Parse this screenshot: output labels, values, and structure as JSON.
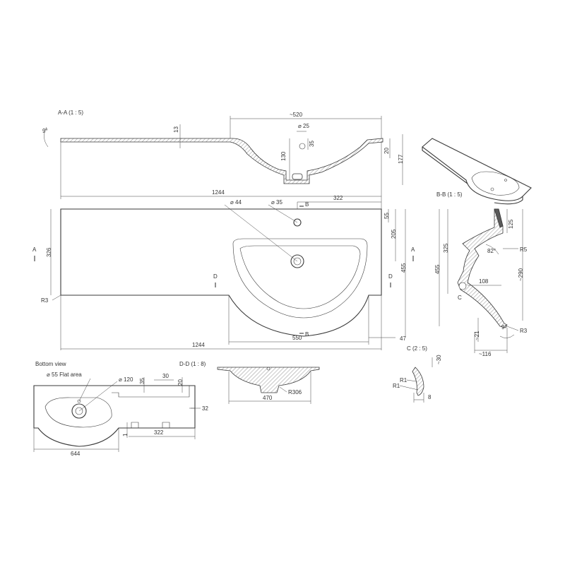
{
  "views": {
    "section_aa": "A-A (1 : 5)",
    "section_bb": "B-B (1 : 5)",
    "section_dd": "D-D (1 : 8)",
    "detail_c": "C (2 : 5)",
    "bottom": "Bottom view"
  },
  "markers": {
    "a": "A",
    "b": "B",
    "c": "C",
    "d": "D"
  },
  "dims_aa": {
    "d520": "~520",
    "d25": "⌀ 25",
    "d13": "13",
    "d35": "35",
    "d130": "130",
    "d20": "20",
    "d177": "177",
    "d1244": "1244",
    "ang": "9°"
  },
  "dims_top": {
    "d44": "⌀ 44",
    "d35": "⌀ 35",
    "d322": "322",
    "d55": "55",
    "d205": "205",
    "d326": "326",
    "d455": "455",
    "r3": "R3",
    "d550": "550",
    "d47": "47",
    "d1244": "1244"
  },
  "dims_bb": {
    "d125": "125",
    "d325": "325",
    "d455": "455",
    "ang": "82°",
    "r5": "R5",
    "d108": "108",
    "d290": "~290",
    "d21": "~21",
    "d116": "~116",
    "r3": "R3",
    "ang9": "9°"
  },
  "dims_bottom": {
    "flat": "⌀ 55 Flat area",
    "d120": "⌀ 120",
    "d35": "35",
    "d30": "30",
    "d20": "20",
    "d32": "32",
    "d1": "1",
    "d322": "322",
    "d644": "644"
  },
  "dims_dd": {
    "r306": "R306",
    "d470": "470"
  },
  "dims_c": {
    "d30": "~30",
    "r1a": "R1",
    "r1b": "R1",
    "d8": "8"
  }
}
